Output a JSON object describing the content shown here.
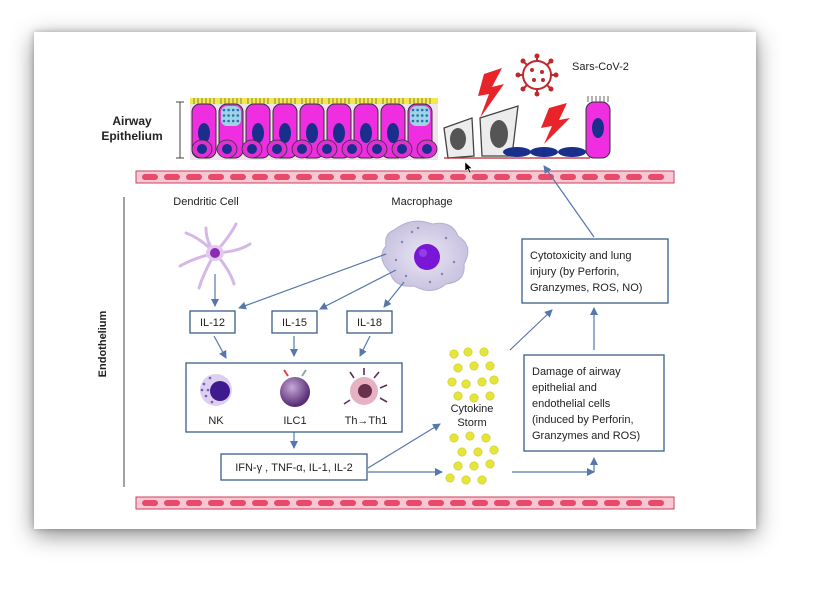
{
  "labels": {
    "airway_line1": "Airway",
    "airway_line2": "Epithelium",
    "virus": "Sars-CoV-2",
    "endothelium": "Endothelium",
    "dendritic": "Dendritic Cell",
    "macrophage": "Macrophage",
    "il12": "IL-12",
    "il15": "IL-15",
    "il18": "IL-18",
    "nk": "NK",
    "ilc1": "ILC1",
    "th": "Th→Th1",
    "cytokines": "IFN-γ , TNF-α, IL-1, IL-2",
    "storm1": "Cytokine",
    "storm2": "Storm",
    "cyto1": "Cytotoxicity and lung",
    "cyto2": "injury (by Perforin,",
    "cyto3": "Granzymes, ROS, NO)",
    "dmg1": "Damage of airway",
    "dmg2": "epithelial and",
    "dmg3": "endothelial cells",
    "dmg4": "(induced by Perforin,",
    "dmg5": "Granzymes and ROS)"
  },
  "colors": {
    "epithelial_cell": "#ee2ee0",
    "nucleus": "#1a2e8c",
    "vessel": "#e84a6a",
    "arrow": "#5577aa",
    "box_border": "#3b5f8a",
    "cytokine_dot": "#e6e63a",
    "lightning": "#e8232a"
  },
  "icons": [
    "sars-cov-2-virus-icon",
    "lightning-icon",
    "dendritic-cell-icon",
    "macrophage-icon",
    "nk-cell-icon",
    "ilc1-cell-icon",
    "th1-cell-icon"
  ]
}
